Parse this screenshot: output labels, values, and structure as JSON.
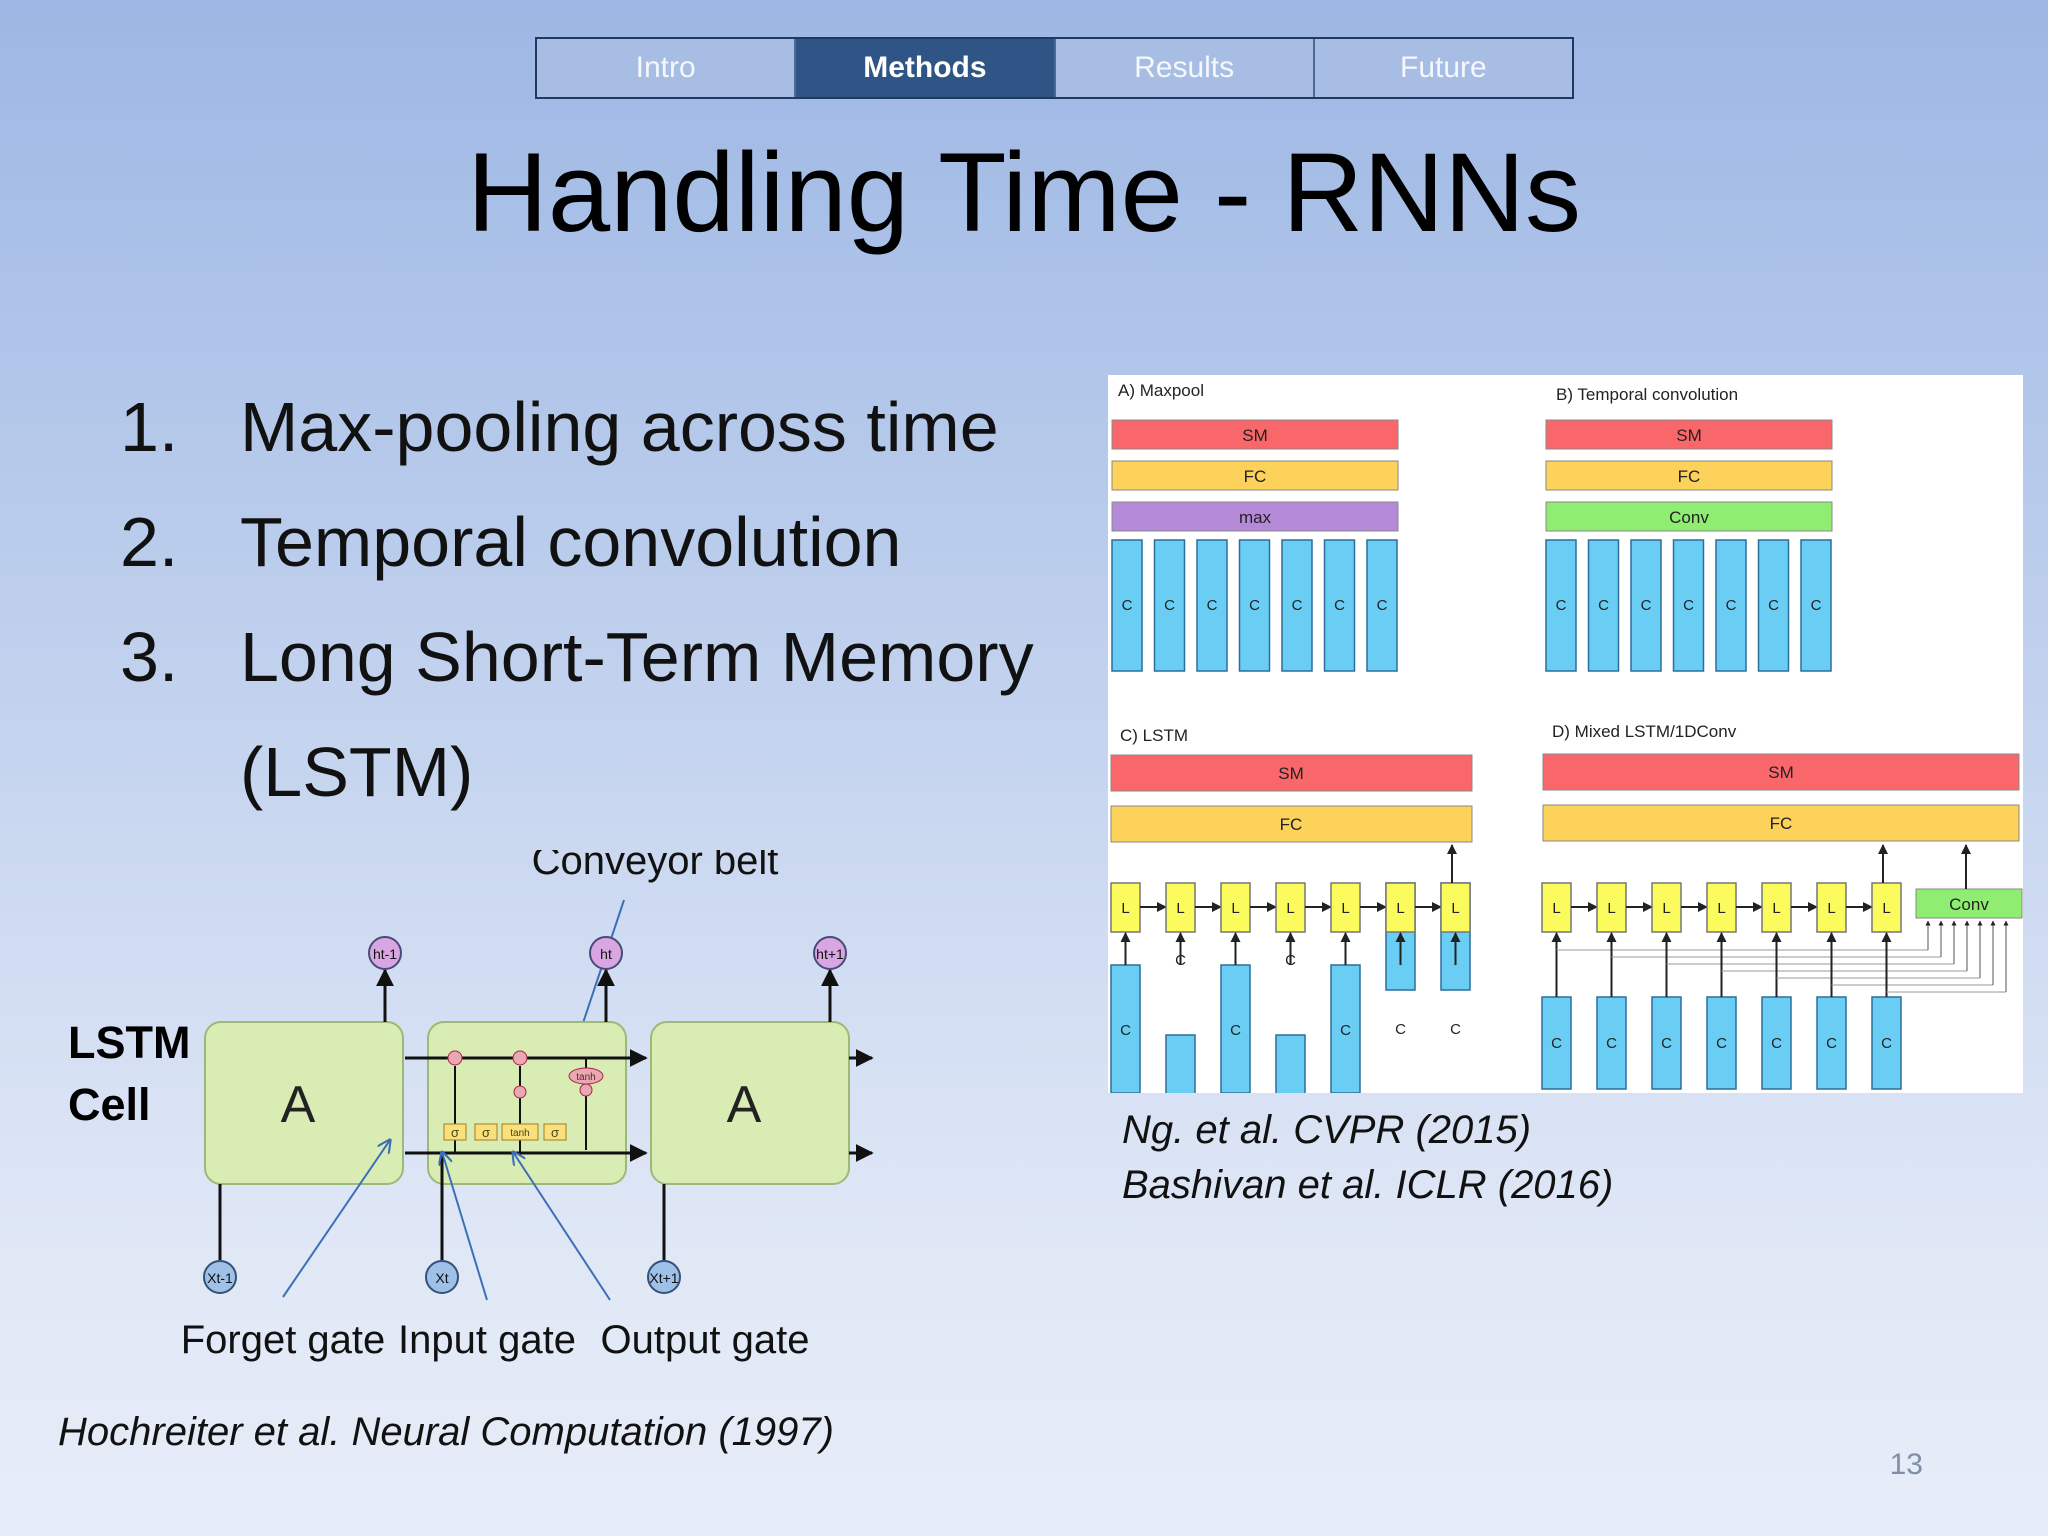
{
  "nav": {
    "tabs": [
      {
        "label": "Intro",
        "active": false
      },
      {
        "label": "Methods",
        "active": true
      },
      {
        "label": "Results",
        "active": false
      },
      {
        "label": "Future",
        "active": false
      }
    ]
  },
  "slide": {
    "title": "Handling Time - RNNs",
    "list": [
      {
        "num": "1.",
        "text": "Max-pooling across time"
      },
      {
        "num": "2.",
        "text": "Temporal convolution"
      },
      {
        "num": "3.",
        "text": "Long Short-Term Memory (LSTM)"
      }
    ],
    "page_number": "13"
  },
  "lstm": {
    "cell_label": "LSTM Cell",
    "block_label": "A",
    "conveyor_label": "Conveyor belt",
    "forget_label": "Forget gate",
    "input_label": "Input gate",
    "output_label": "Output gate",
    "h_prev": "ht-1",
    "h_cur": "ht",
    "h_next": "ht+1",
    "x_prev": "Xt-1",
    "x_cur": "Xt",
    "x_next": "Xt+1",
    "sigma": "σ",
    "tanh": "tanh",
    "citation": "Hochreiter et al. Neural Computation (1997)"
  },
  "architectures": {
    "panel_a": {
      "title": "A) Maxpool",
      "sm": "SM",
      "fc": "FC",
      "pool": "max",
      "c": "C"
    },
    "panel_b": {
      "title": "B) Temporal convolution",
      "sm": "SM",
      "fc": "FC",
      "pool": "Conv",
      "c": "C"
    },
    "panel_c": {
      "title": "C) LSTM",
      "sm": "SM",
      "fc": "FC",
      "l": "L",
      "c": "C"
    },
    "panel_d": {
      "title": "D) Mixed LSTM/1DConv",
      "sm": "SM",
      "fc": "FC",
      "l": "L",
      "conv": "Conv",
      "c": "C"
    },
    "colors": {
      "sm": "#f9676b",
      "fc": "#fcd25a",
      "max": "#b48ad8",
      "conv": "#8fee72",
      "c": "#69cdf4",
      "l": "#fbfb5e"
    },
    "citation_1": "Ng. et al. CVPR (2015)",
    "citation_2": "Bashivan et al. ICLR (2016)"
  }
}
